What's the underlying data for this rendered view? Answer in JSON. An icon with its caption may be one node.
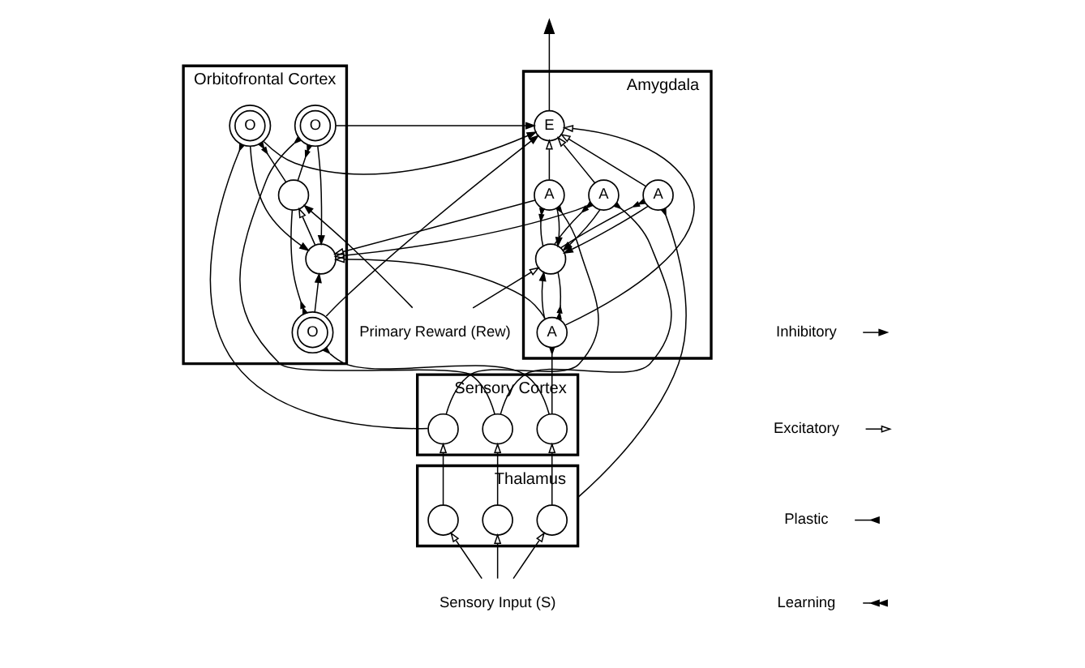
{
  "diagram": {
    "nodes": [
      {
        "text": [
          "Orbitofrontal Cortex"
        ]
      },
      {
        "text": [
          "O"
        ],
        "in": 0
      },
      {
        "text": [
          "O"
        ],
        "in": 0
      },
      {
        "text": [
          "O"
        ],
        "in": 0
      },
      {
        "text": [],
        "shape": "circle",
        "in": 0
      },
      {
        "text": [],
        "shape": "circle",
        "in": 0
      },
      {
        "text": [
          "Sensory Cortex"
        ]
      },
      {
        "text": [],
        "shape": "circle",
        "in": 6
      },
      {
        "text": [],
        "shape": "circle",
        "in": 6
      },
      {
        "text": [],
        "shape": "circle",
        "in": 6
      },
      {
        "text": [
          "Thalamus"
        ]
      },
      {
        "text": [],
        "shape": "circle",
        "in": 10
      },
      {
        "text": [],
        "shape": "circle",
        "in": 10
      },
      {
        "text": [],
        "shape": "circle",
        "in": 10
      },
      {
        "text": [
          "Amygdala"
        ]
      },
      {
        "text": [
          "A"
        ],
        "in": 14
      },
      {
        "text": [
          "A"
        ],
        "in": 14
      },
      {
        "text": [
          "A"
        ],
        "in": 14
      },
      {
        "text": [
          "A"
        ],
        "in": 14
      },
      {
        "text": [],
        "shape": "circle",
        "in": 14
      },
      {
        "text": [
          "E"
        ],
        "in": 14
      },
      {
        "text": [
          "Sensory Input (S)"
        ]
      },
      {
        "text": [
          "Primary Reward (Rew)"
        ]
      }
    ],
    "edges": [
      {
        "from": 21,
        "to": 11,
        "arrow": "to"
      },
      {
        "from": 21,
        "to": 12,
        "arrow": "to"
      },
      {
        "from": 21,
        "to": 13,
        "arrow": "to"
      },
      {
        "from": 11,
        "to": 7,
        "arrow": "to"
      },
      {
        "from": 12,
        "to": 8,
        "arrow": "to"
      },
      {
        "from": 13,
        "to": 9,
        "arrow": "to"
      },
      {
        "from": 9,
        "to": 1,
        "arrow": "other"
      },
      {
        "from": 8,
        "to": 2,
        "arrow": "other"
      },
      {
        "from": 7,
        "to": 3,
        "arrow": "other"
      },
      {
        "from": 9,
        "to": 15,
        "arrow": "other"
      },
      {
        "from": 8,
        "to": 16,
        "arrow": "other"
      },
      {
        "from": 7,
        "to": 17,
        "arrow": "other"
      },
      {
        "from": 10,
        "to": 18,
        "arrow": "other"
      },
      {
        "from": 1,
        "to": 5,
        "arrow": "to"
      },
      {
        "from": 2,
        "to": 5,
        "arrow": "to"
      },
      {
        "from": 3,
        "to": 5,
        "arrow": "to"
      },
      {
        "from": 1,
        "to": 20,
        "arrow": "to"
      },
      {
        "from": 2,
        "to": 20,
        "arrow": "to"
      },
      {
        "from": 3,
        "to": 20,
        "arrow": "to"
      },
      {
        "from": 5,
        "to": 4,
        "arrow": "to"
      },
      {
        "from": 22,
        "to": 4,
        "arrow": "to"
      },
      {
        "from": 4,
        "to": 1,
        "arrow": "other"
      },
      {
        "from": 4,
        "to": 2,
        "arrow": "other"
      },
      {
        "from": 4,
        "to": 3,
        "arrow": "other"
      },
      {
        "from": 15,
        "to": 5,
        "arrow": "to"
      },
      {
        "from": 16,
        "to": 5,
        "arrow": "to"
      },
      {
        "from": 17,
        "to": 5,
        "arrow": "to"
      },
      {
        "from": 15,
        "to": 20,
        "arrow": "to"
      },
      {
        "from": 16,
        "to": 20,
        "arrow": "to"
      },
      {
        "from": 17,
        "to": 20,
        "arrow": "to"
      },
      {
        "from": 18,
        "to": 20,
        "arrow": "to"
      },
      {
        "from": 22,
        "to": 19,
        "arrow": "to"
      },
      {
        "from": 15,
        "to": 19,
        "arrow": "to"
      },
      {
        "from": 16,
        "to": 19,
        "arrow": "to"
      },
      {
        "from": 17,
        "to": 19,
        "arrow": "to"
      },
      {
        "from": 18,
        "to": 19,
        "arrow": "to"
      },
      {
        "from": 19,
        "to": 15,
        "arrow": "other"
      },
      {
        "from": 19,
        "to": 16,
        "arrow": "other"
      },
      {
        "from": 19,
        "to": 17,
        "arrow": "other"
      },
      {
        "from": 19,
        "to": 18,
        "arrow": "other"
      },
      {
        "from": 20,
        "to": null,
        "arrow": "to"
      }
    ],
    "legend": [
      {
        "text": "Inhibitory"
      },
      {
        "text": "Excitatory"
      },
      {
        "text": "Plastic"
      },
      {
        "text": "Learning"
      }
    ]
  }
}
